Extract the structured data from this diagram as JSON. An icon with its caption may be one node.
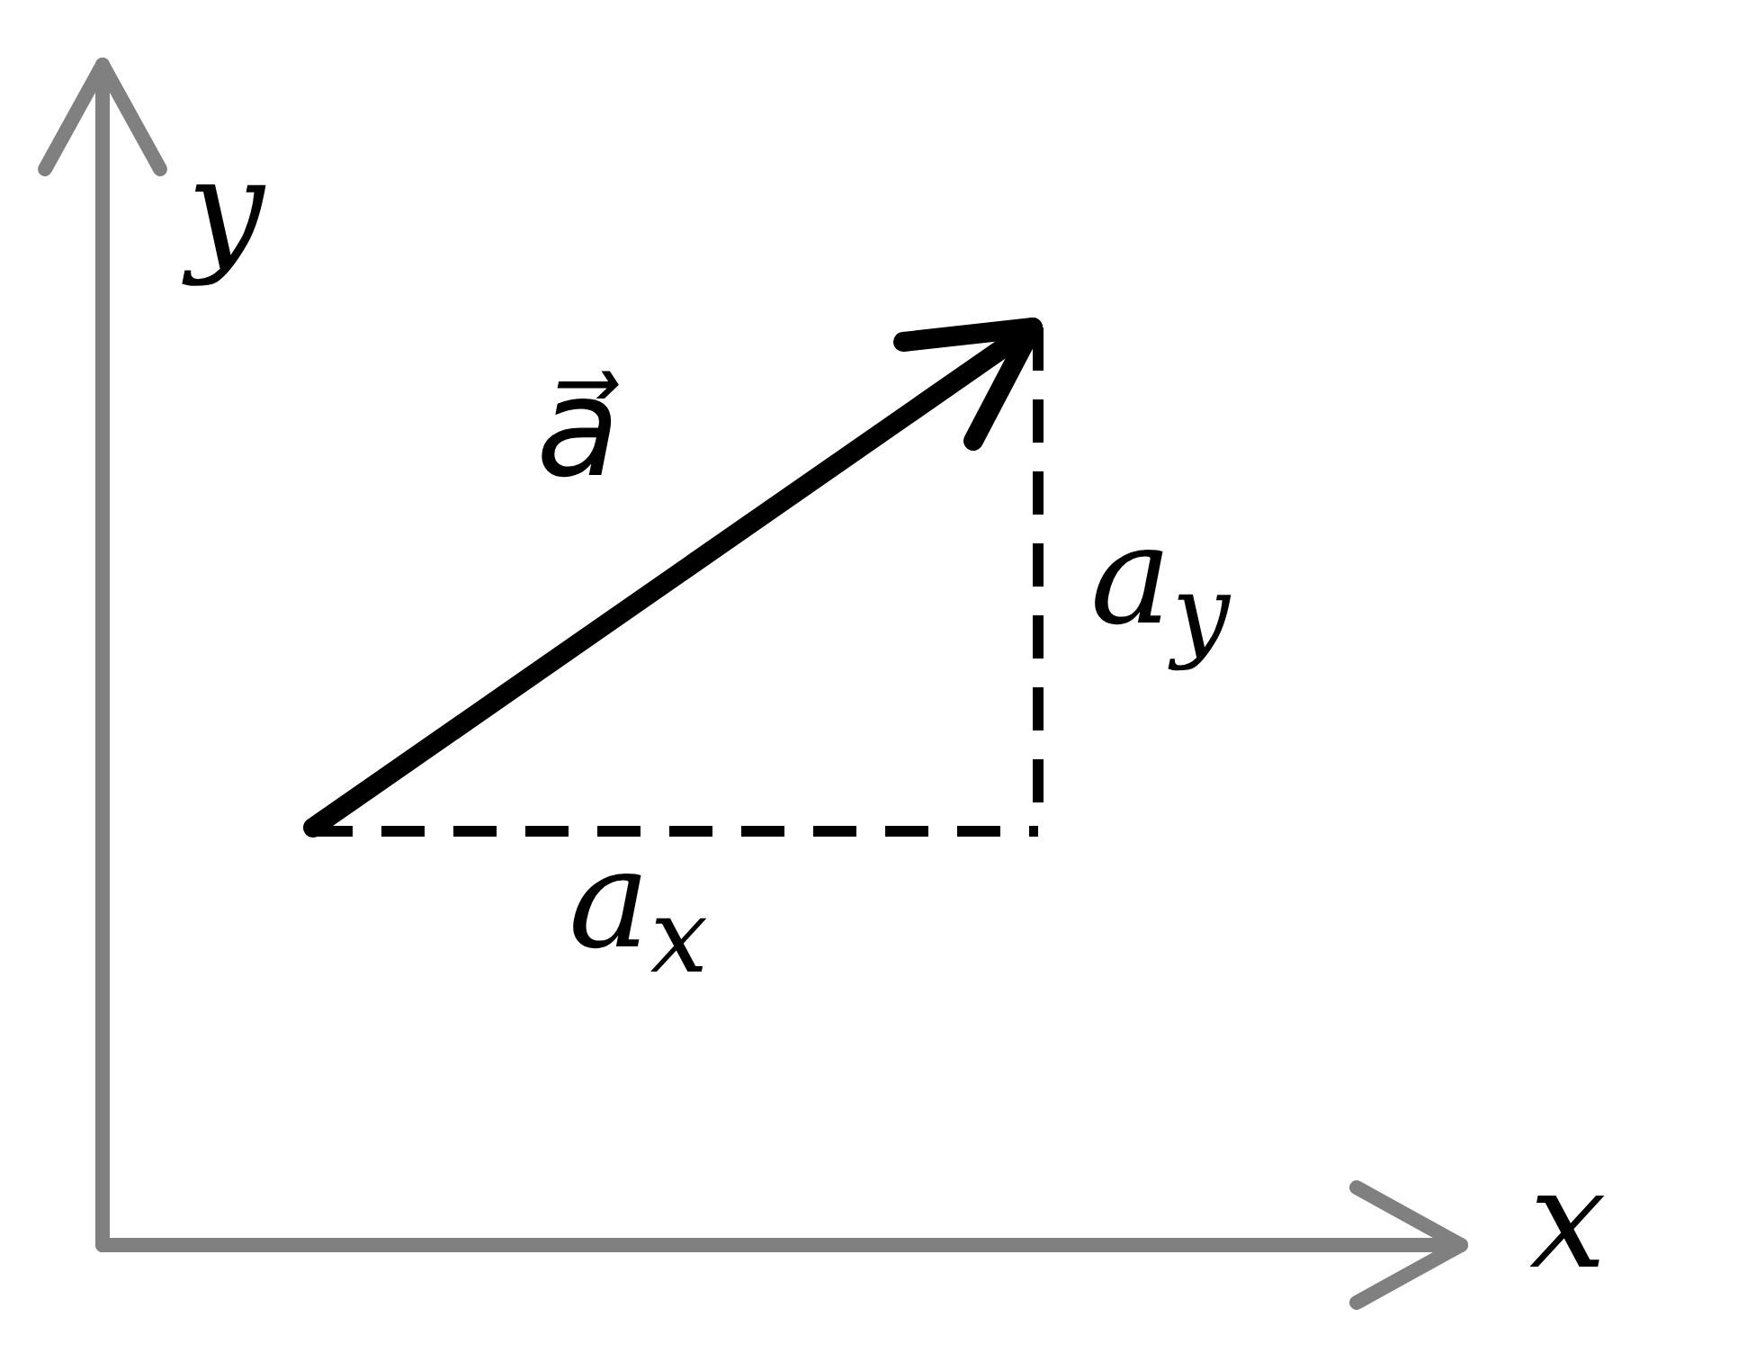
{
  "diagram": {
    "labels": [
      "y",
      "a⃗",
      "a$_{y}$",
      "a$_{x}$",
      "x"
    ]
  }
}
